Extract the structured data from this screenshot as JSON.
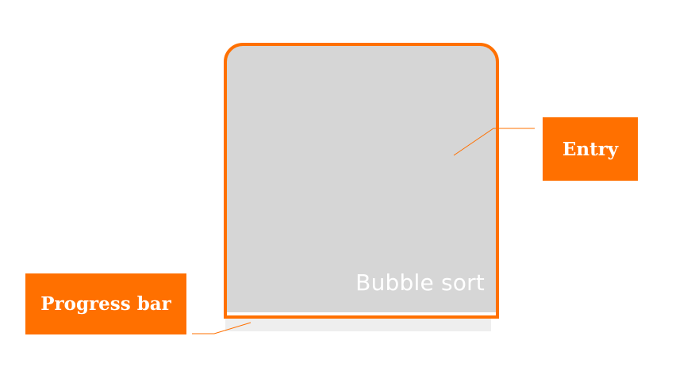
{
  "entry": {
    "title": "Bubble sort"
  },
  "progress": {
    "fraction": 0.0
  },
  "callouts": {
    "entry_label": "Entry",
    "progress_label": "Progress bar"
  },
  "colors": {
    "accent": "#ff7000",
    "card_background": "#d6d6d6",
    "track_background": "#eeeeee"
  }
}
